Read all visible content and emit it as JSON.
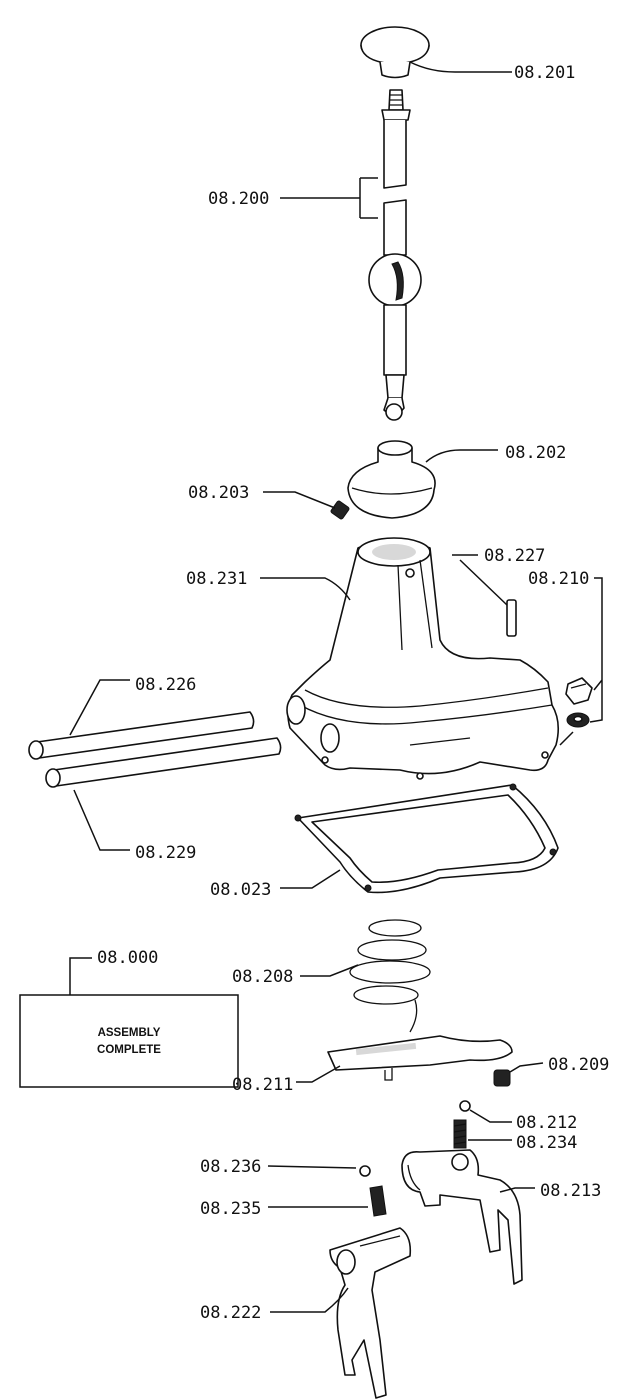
{
  "labels": {
    "p08_201": "08.201",
    "p08_200": "08.200",
    "p08_202": "08.202",
    "p08_203": "08.203",
    "p08_231": "08.231",
    "p08_227": "08.227",
    "p08_210": "08.210",
    "p08_226": "08.226",
    "p08_229": "08.229",
    "p08_023": "08.023",
    "p08_000": "08.000",
    "p08_208": "08.208",
    "p08_211": "08.211",
    "p08_209": "08.209",
    "p08_212": "08.212",
    "p08_234": "08.234",
    "p08_236": "08.236",
    "p08_213": "08.213",
    "p08_235": "08.235",
    "p08_222": "08.222"
  },
  "assembly_box": {
    "line1": "ASSEMBLY",
    "line2": "COMPLETE"
  }
}
